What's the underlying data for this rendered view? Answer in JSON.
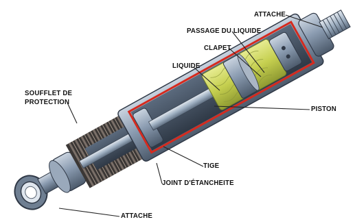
{
  "labels": {
    "attache_top": "ATTACHE",
    "passage_du_liquide": "PASSAGE DU LIQUIDE",
    "clapet": "CLAPET",
    "liquide": "LIQUIDE",
    "soufflet_line1": "SOUFFLET DE",
    "soufflet_line2": "PROTECTION",
    "piston": "PISTON",
    "tige": "TIGE",
    "joint": "JOINT D'ÉTANCHEITE",
    "attache_bottom": "ATTACHE"
  },
  "colors": {
    "label_text": "#111111",
    "leader_lines": "#222222",
    "cylinder_cut_red": "#d52a1e",
    "fluid_yellow_green": "#cfd660",
    "metal_blue_grey": "#7d8ea4",
    "bellows_dark": "#3a3634"
  }
}
